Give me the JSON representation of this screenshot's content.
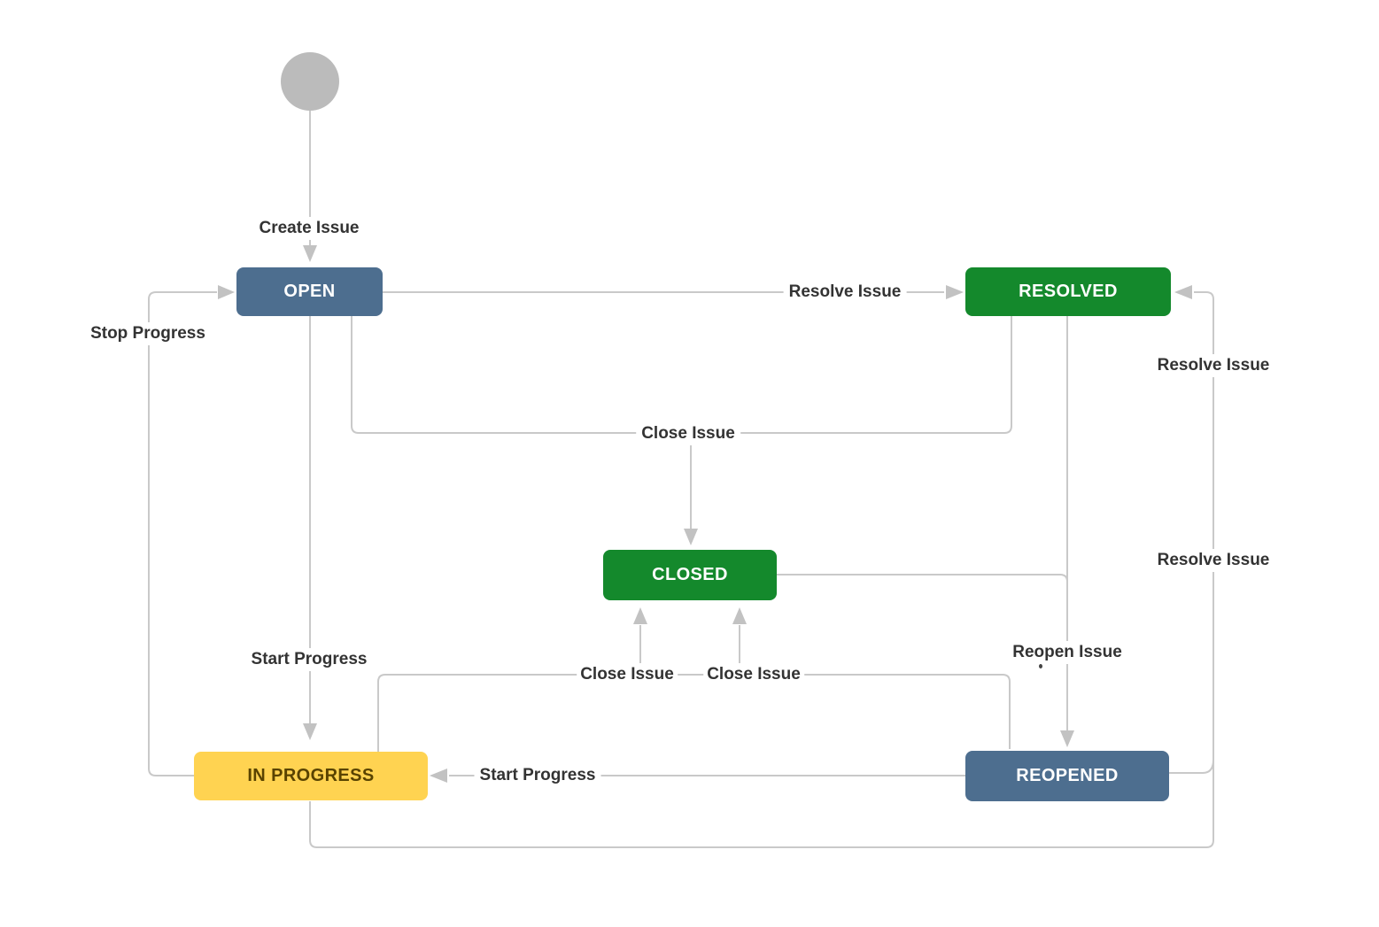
{
  "diagram": {
    "type": "workflow-state-diagram",
    "states": {
      "start": {
        "label": "",
        "shape": "circle",
        "color": "#bbbbbb"
      },
      "open": {
        "label": "OPEN",
        "color": "#4d6e8f",
        "text_color": "#ffffff"
      },
      "resolved": {
        "label": "RESOLVED",
        "color": "#14892c",
        "text_color": "#ffffff"
      },
      "closed": {
        "label": "CLOSED",
        "color": "#14892c",
        "text_color": "#ffffff"
      },
      "in_progress": {
        "label": "IN PROGRESS",
        "color": "#ffd351",
        "text_color": "#594300"
      },
      "reopened": {
        "label": "REOPENED",
        "color": "#4d6e8f",
        "text_color": "#ffffff"
      }
    },
    "labels": {
      "create_issue": "Create Issue",
      "resolve_issue_top": "Resolve Issue",
      "close_issue_shared": "Close Issue",
      "close_issue_from_in_progress": "Close Issue",
      "close_issue_from_reopened": "Close Issue",
      "reopen_issue": "Reopen Issue",
      "resolve_issue_right_upper": "Resolve Issue",
      "resolve_issue_right_lower": "Resolve Issue",
      "start_progress_from_open": "Start Progress",
      "start_progress_from_reopened": "Start Progress",
      "stop_progress": "Stop Progress"
    },
    "edges": [
      {
        "from": "start",
        "to": "open",
        "label": "Create Issue"
      },
      {
        "from": "open",
        "to": "resolved",
        "label": "Resolve Issue"
      },
      {
        "from": "open",
        "to": "closed",
        "label": "Close Issue"
      },
      {
        "from": "resolved",
        "to": "closed",
        "label": "Close Issue"
      },
      {
        "from": "in_progress",
        "to": "closed",
        "label": "Close Issue"
      },
      {
        "from": "reopened",
        "to": "closed",
        "label": "Close Issue"
      },
      {
        "from": "resolved",
        "to": "reopened",
        "label": "Reopen Issue"
      },
      {
        "from": "closed",
        "to": "reopened",
        "label": "Reopen Issue"
      },
      {
        "from": "reopened",
        "to": "resolved",
        "label": "Resolve Issue"
      },
      {
        "from": "in_progress",
        "to": "resolved",
        "label": "Resolve Issue"
      },
      {
        "from": "open",
        "to": "in_progress",
        "label": "Start Progress"
      },
      {
        "from": "reopened",
        "to": "in_progress",
        "label": "Start Progress"
      },
      {
        "from": "in_progress",
        "to": "open",
        "label": "Stop Progress"
      }
    ],
    "colors": {
      "line": "#c9c9c9",
      "arrowhead": "#c2c2c2",
      "label_text": "#333333",
      "background": "#ffffff"
    }
  }
}
